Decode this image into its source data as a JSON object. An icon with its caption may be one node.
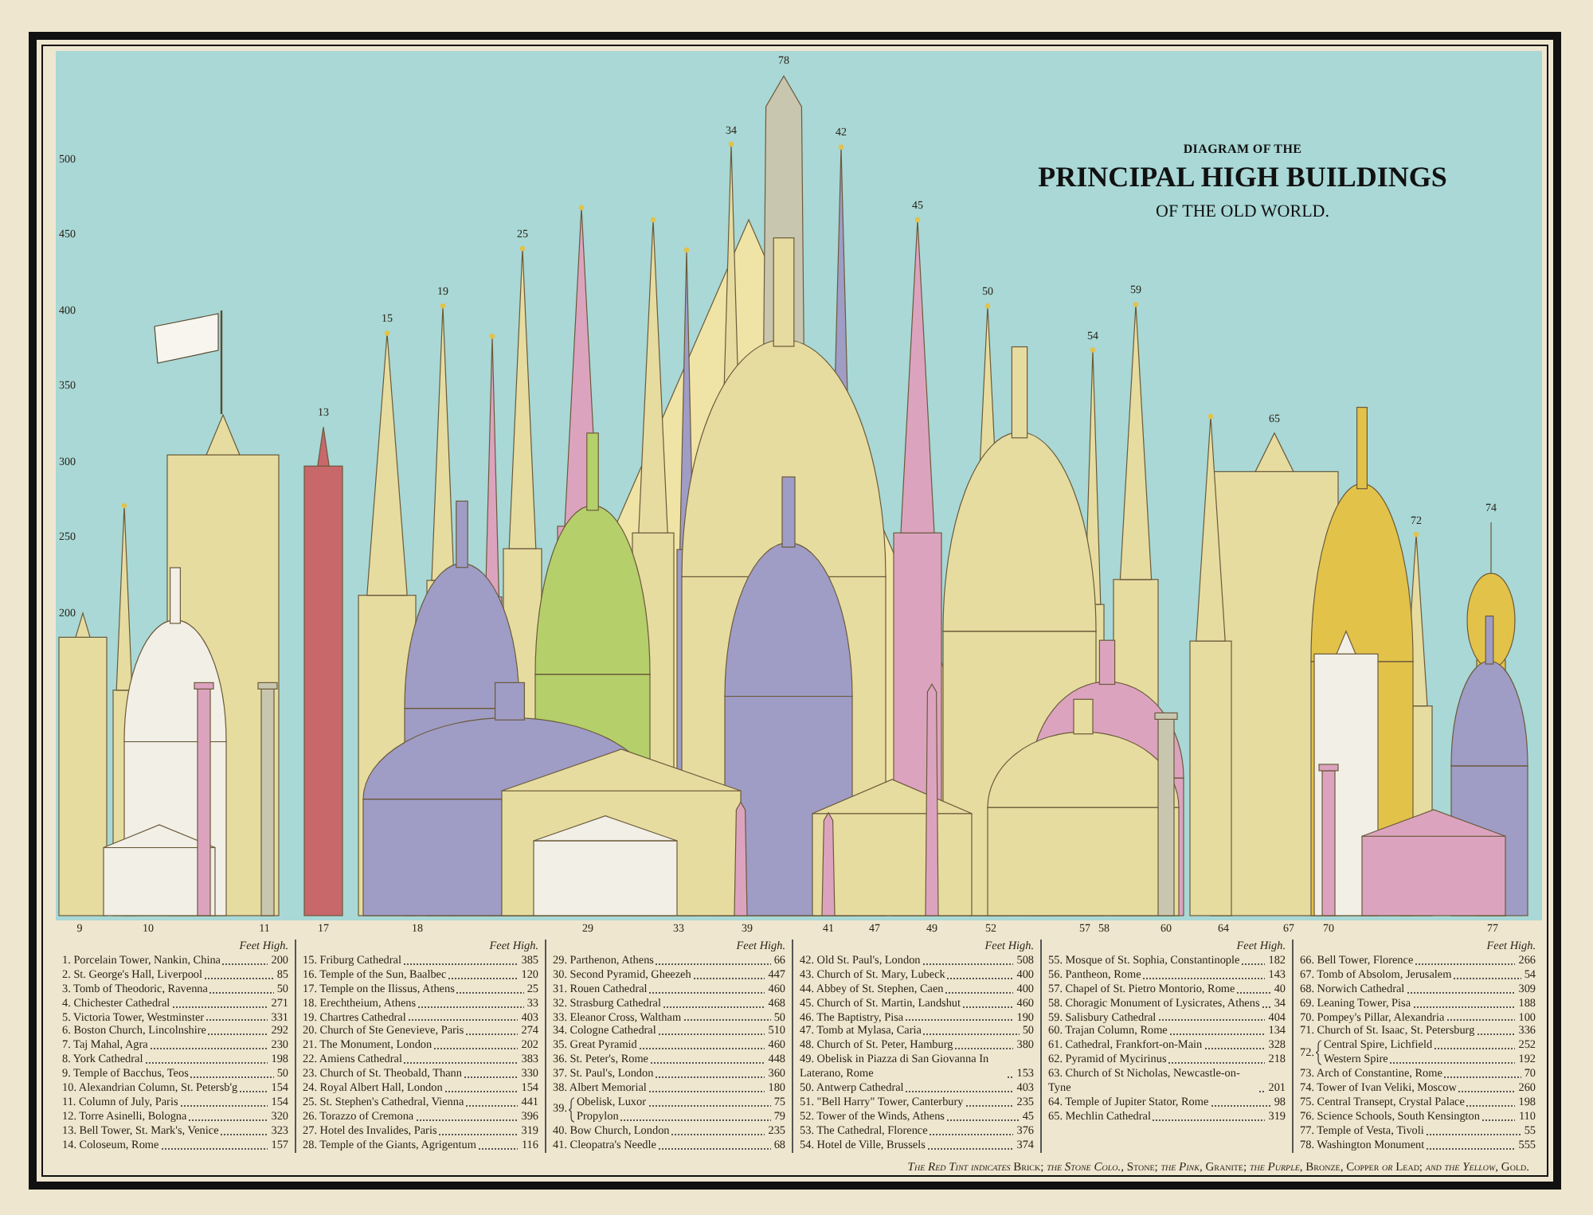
{
  "diagram": {
    "title": "PRINCIPAL HIGH BUILDINGS",
    "labels": [
      "DIAGRAM OF THE",
      "OF THE OLD WORLD.",
      "500",
      "450",
      "400",
      "350",
      "300",
      "250",
      "200",
      "13",
      "15",
      "19",
      "25",
      "34",
      "78",
      "42",
      "45",
      "50",
      "54",
      "59",
      "65",
      "72",
      "74",
      "9",
      "10",
      "11",
      "17",
      "18",
      "29",
      "33",
      "39",
      "41",
      "47",
      "49",
      "52",
      "57",
      "58",
      "60",
      "64",
      "67",
      "70",
      "77",
      "Feet High.",
      "1. Porcelain Tower, Nankin, China",
      "200",
      "2. St. George's Hall, Liverpool",
      "85",
      "3. Tomb of Theodoric, Ravenna",
      "50",
      "4. Chichester Cathedral",
      "271",
      "5. Victoria Tower, Westminster",
      "331",
      "6. Boston Church, Lincolnshire",
      "292",
      "7. Taj Mahal, Agra",
      "230",
      "8. York Cathedral",
      "198",
      "9. Temple of Bacchus, Teos",
      "50",
      "10. Alexandrian Column, St. Petersb'g",
      "154",
      "11. Column of July, Paris",
      "154",
      "12. Torre Asinelli, Bologna",
      "320",
      "13. Bell Tower, St. Mark's, Venice",
      "323",
      "14. Coloseum, Rome",
      "157",
      "Feet High.",
      "15. Friburg Cathedral",
      "385",
      "16. Temple of the Sun, Baalbec",
      "120",
      "17. Temple on the Ilissus, Athens",
      "25",
      "18. Erechtheium, Athens",
      "33",
      "19. Chartres Cathedral",
      "403",
      "20. Church of Ste Genevieve, Paris",
      "274",
      "21. The Monument, London",
      "202",
      "22. Amiens Cathedral",
      "383",
      "23. Church of St. Theobald, Thann",
      "330",
      "24. Royal Albert Hall, London",
      "154",
      "25. St. Stephen's Cathedral, Vienna",
      "441",
      "26. Torazzo of Cremona",
      "396",
      "27. Hotel des Invalides, Paris",
      "319",
      "28. Temple of the Giants, Agrigentum",
      "116",
      "Feet High.",
      "29. Parthenon, Athens",
      "66",
      "30. Second Pyramid, Gheezeh",
      "447",
      "31. Rouen Cathedral",
      "460",
      "32. Strasburg Cathedral",
      "468",
      "33. Eleanor Cross, Waltham",
      "50",
      "34. Cologne Cathedral",
      "510",
      "35. Great Pyramid",
      "460",
      "36. St. Peter's, Rome",
      "448",
      "37. St. Paul's, London",
      "360",
      "38. Albert Memorial",
      "180",
      "39.",
      "Obelisk, Luxor",
      "75",
      "Propylon",
      "79",
      "40. Bow Church, London",
      "235",
      "41. Cleopatra's Needle",
      "68",
      "Feet High.",
      "42. Old St. Paul's, London",
      "508",
      "43. Church of St. Mary, Lubeck",
      "400",
      "44. Abbey of St. Stephen, Caen",
      "400",
      "45. Church of St. Martin, Landshut",
      "460",
      "46. The Baptistry, Pisa",
      "190",
      "47. Tomb at Mylasa, Caria",
      "50",
      "48. Church of St. Peter, Hamburg",
      "380",
      "49. Obelisk in Piazza di San Giovanna In Laterano, Rome",
      "153",
      "50. Antwerp Cathedral",
      "403",
      "51. \"Bell Harry\" Tower, Canterbury",
      "235",
      "52. Tower of the Winds, Athens",
      "45",
      "53. The Cathedral, Florence",
      "376",
      "54. Hotel de Ville, Brussels",
      "374",
      "Feet High.",
      "55. Mosque of St. Sophia, Constantinople",
      "182",
      "56. Pantheon, Rome",
      "143",
      "57. Chapel of St. Pietro Montorio, Rome",
      "40",
      "58. Choragic Monument of Lysicrates, Athens",
      "34",
      "59. Salisbury Cathedral",
      "404",
      "60. Trajan Column, Rome",
      "134",
      "61. Cathedral, Frankfort-on-Main",
      "328",
      "62. Pyramid of Mycirinus",
      "218",
      "63. Church of St Nicholas, Newcastle-on-Tyne",
      "201",
      "64. Temple of Jupiter Stator, Rome",
      "98",
      "65. Mechlin Cathedral",
      "319",
      "Feet High.",
      "66. Bell Tower, Florence",
      "266",
      "67. Tomb of Absolom, Jerusalem",
      "54",
      "68. Norwich Cathedral",
      "309",
      "69. Leaning Tower, Pisa",
      "188",
      "70. Pompey's Pillar, Alexandria",
      "100",
      "71. Church of St. Isaac, St. Petersburg",
      "336",
      "72.",
      "Central Spire, Lichfield",
      "252",
      "Western Spire",
      "192",
      "73. Arch of Constantine, Rome",
      "70",
      "74. Tower of Ivan Veliki, Moscow",
      "260",
      "75. Central Transept, Crystal Palace",
      "198",
      "76. Science Schools, South Kensington",
      "110",
      "77. Temple of Vesta, Tivoli",
      "55",
      "78. Washington Monument",
      "555",
      "*The Red Tint indicates* Brick; *the Stone Colo.,* Stone; *the Pink,* Granite; *the Purple,* Bronze, Copper *or* Lead; *and the Yellow,* Gold."
    ]
  }
}
